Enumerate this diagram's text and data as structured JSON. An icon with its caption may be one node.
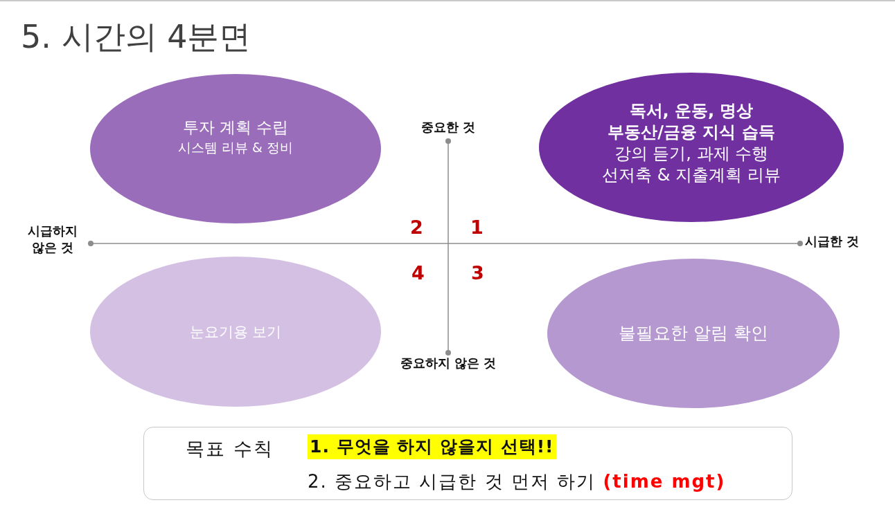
{
  "diagram": {
    "title": "5. 시간의 4분면",
    "nodes": [
      {
        "text": [
          "투자 계획 수립",
          "시스템 리뷰 & 정비"
        ]
      },
      {
        "text": [
          "독서, 운동, 명상",
          "부동산/금융 지식 습득",
          "강의 듣기, 과제 수행",
          "선저축 & 지출계획 리뷰"
        ]
      },
      {
        "text": [
          "눈요기용 보기"
        ]
      },
      {
        "text": [
          "불필요한 알림 확인"
        ]
      },
      {
        "text": [
          "목표 수칙",
          "1. 무엇을 하지 않을지 선택!!",
          "2. 중요하고 시급한 것 먼저 하기 **(time mgt)**"
        ]
      }
    ],
    "labels": [
      "중요한 것",
      "2",
      "1",
      "시급하지 않은 것",
      "시급한 것",
      "4",
      "3",
      "중요하지 않은 것"
    ]
  }
}
